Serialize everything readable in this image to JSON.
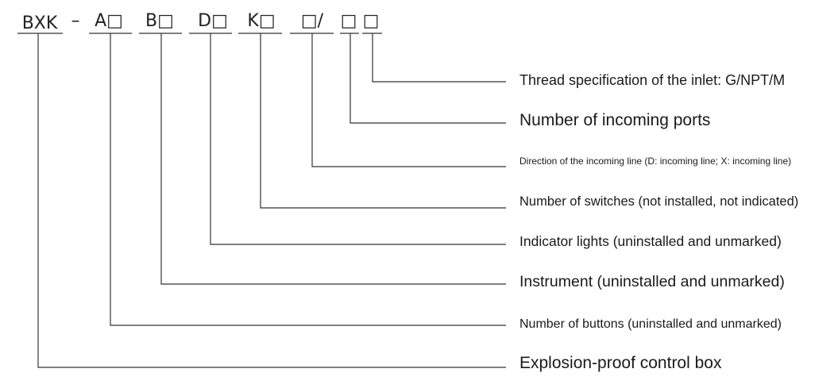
{
  "code": {
    "segments": [
      {
        "text": "BXK"
      },
      {
        "text": "–"
      },
      {
        "text": "A□"
      },
      {
        "text": "B□"
      },
      {
        "text": "D□"
      },
      {
        "text": "K□"
      },
      {
        "text": "□/"
      },
      {
        "text": "□"
      },
      {
        "text": "□"
      }
    ]
  },
  "labels": [
    {
      "text": "Thread specification of the inlet: G/NPT/M"
    },
    {
      "text": "Number of incoming ports"
    },
    {
      "text": "Direction of the incoming line (D: incoming line; X: incoming line)"
    },
    {
      "text": "Number of switches (not installed, not indicated)"
    },
    {
      "text": "Indicator lights (uninstalled and unmarked)"
    },
    {
      "text": "Instrument (uninstalled and unmarked)"
    },
    {
      "text": "Number of buttons (uninstalled and unmarked)"
    },
    {
      "text": "Explosion-proof control box"
    }
  ],
  "colors": {
    "text": "#1a1a1a",
    "line": "#333333"
  }
}
